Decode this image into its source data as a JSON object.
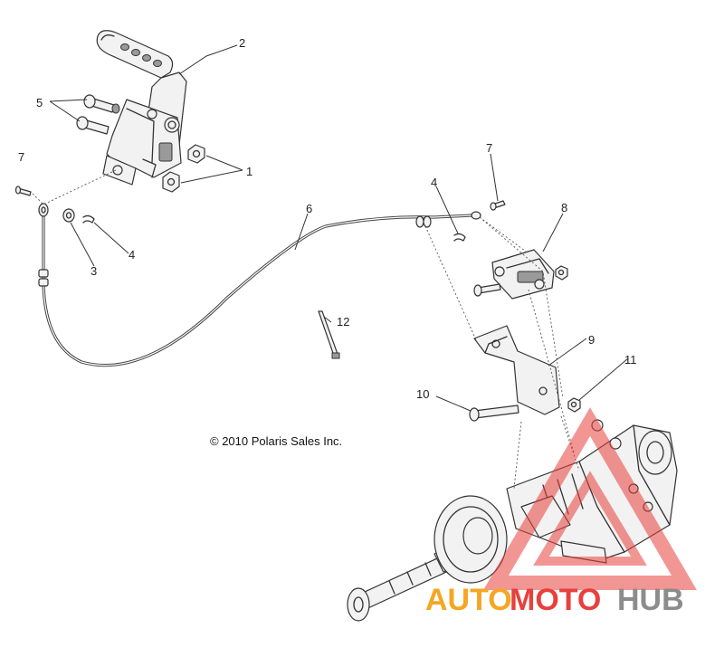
{
  "copyright": "© 2010 Polaris Sales Inc.",
  "callouts": {
    "c1": "1",
    "c2": "2",
    "c3": "3",
    "c4a": "4",
    "c4b": "4",
    "c5": "5",
    "c6": "6",
    "c7a": "7",
    "c7b": "7",
    "c8": "8",
    "c9": "9",
    "c10": "10",
    "c11": "11",
    "c12": "12"
  },
  "watermark": {
    "part1": "AUTO",
    "part2": "MOTO",
    "part3": "HUB",
    "color_orange": "#f5a623",
    "color_red": "#e8403c",
    "color_gray": "#8c8c8c"
  }
}
